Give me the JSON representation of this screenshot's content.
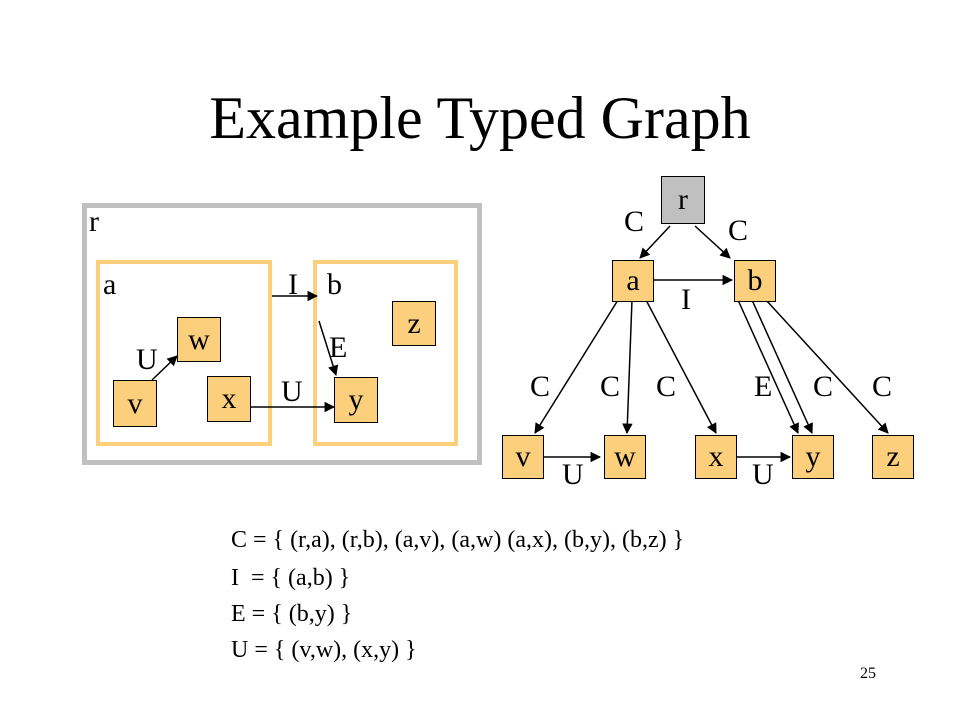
{
  "title": "Example Typed Graph",
  "colors": {
    "node_fill": "#fccf7c",
    "root_fill": "#c0c0c0",
    "container_border": "#c0c0c0",
    "edge": "#000000"
  },
  "left_diagram": {
    "container_labels": {
      "r": "r",
      "a": "a",
      "b": "b"
    },
    "nodes": {
      "w": "w",
      "v": "v",
      "x": "x",
      "z": "z",
      "y": "y"
    },
    "edge_labels": {
      "u_vw": "U",
      "i_ab": "I",
      "e_by": "E",
      "u_xy": "U"
    }
  },
  "right_diagram": {
    "nodes": {
      "r": "r",
      "a": "a",
      "b": "b",
      "v": "v",
      "w": "w",
      "x": "x",
      "y": "y",
      "z": "z"
    },
    "edge_labels": {
      "c_ra": "C",
      "c_rb": "C",
      "i_ab": "I",
      "c_av": "C",
      "c_aw": "C",
      "c_ax": "C",
      "e_by": "E",
      "c_by": "C",
      "c_bz": "C",
      "u_vw": "U",
      "u_xy": "U"
    }
  },
  "formulas": [
    "C = { (r,a), (r,b), (a,v), (a,w) (a,x), (b,y), (b,z) }",
    "I  = { (a,b) }",
    "E = { (b,y) }",
    "U = { (v,w), (x,y) }"
  ],
  "page_number": "25"
}
